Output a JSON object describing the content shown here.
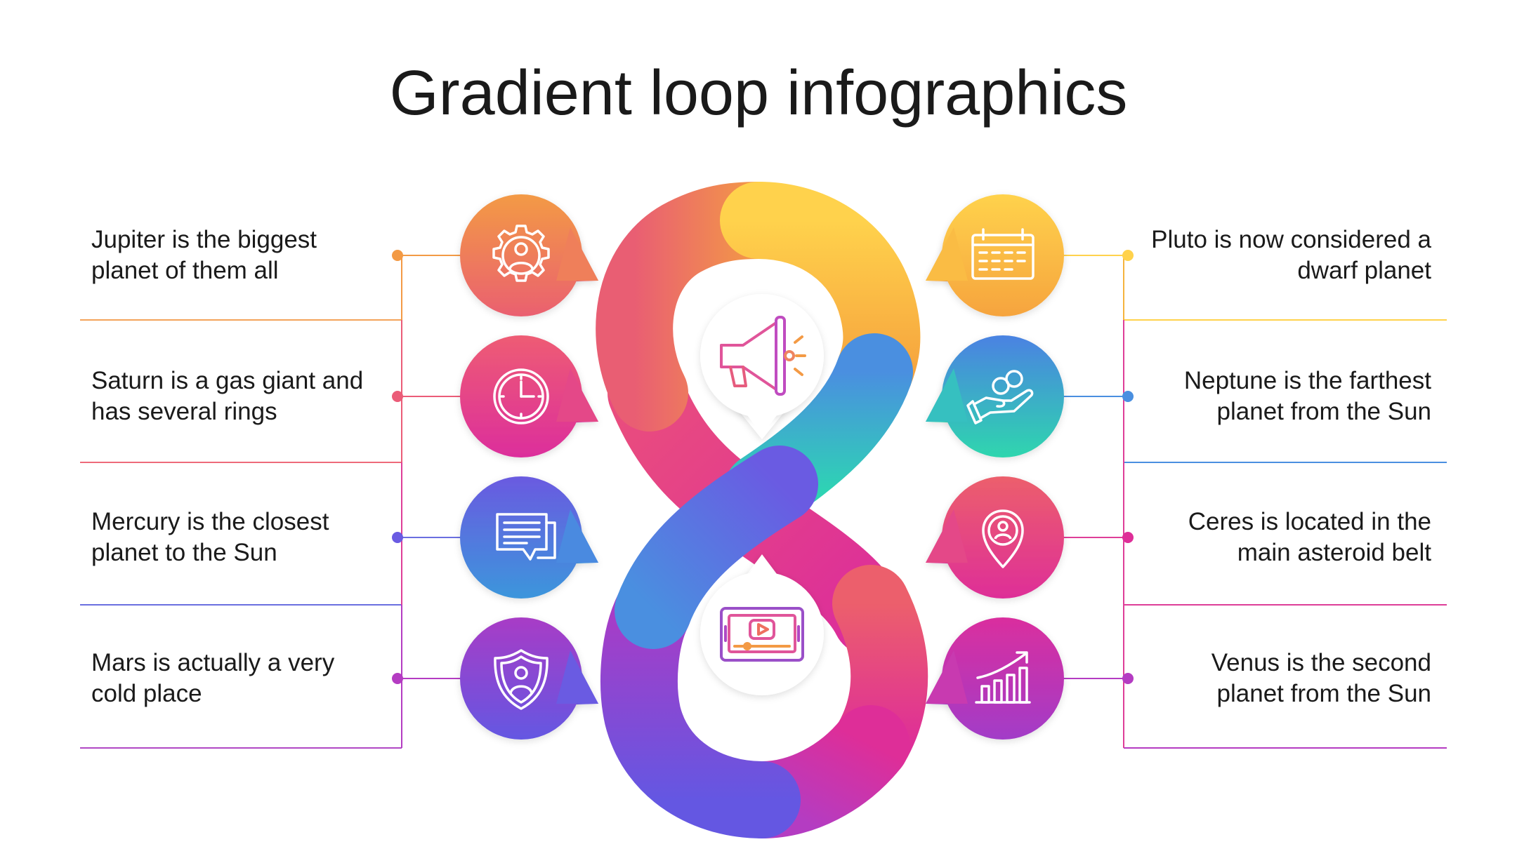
{
  "title": "Gradient loop infographics",
  "colors": {
    "orange": "#F2994A",
    "yellow": "#FFD24A",
    "coral": "#EB5C6E",
    "magenta": "#DE2E98",
    "blue": "#4A8FE0",
    "teal": "#2ED3B4",
    "indigo": "#6A5BE2",
    "purple": "#B43CC2"
  },
  "left_items": [
    {
      "line1": "Jupiter is the biggest",
      "line2": "planet of them all",
      "icon": "gear-person-icon"
    },
    {
      "line1": "Saturn is a gas giant and",
      "line2": "has several rings",
      "icon": "clock-icon"
    },
    {
      "line1": "Mercury is the closest",
      "line2": "planet to the Sun",
      "icon": "chat-bubbles-icon"
    },
    {
      "line1": "Mars is actually a very",
      "line2": "cold place",
      "icon": "shield-person-icon"
    }
  ],
  "right_items": [
    {
      "line1": "Pluto is now considered a",
      "line2": "dwarf planet",
      "icon": "calendar-icon"
    },
    {
      "line1": "Neptune is the farthest",
      "line2": "planet from the Sun",
      "icon": "hand-coins-icon"
    },
    {
      "line1": "Ceres is located in the",
      "line2": "main asteroid belt",
      "icon": "location-person-icon"
    },
    {
      "line1": "Venus is the second",
      "line2": "planet from the Sun",
      "icon": "growth-chart-icon"
    }
  ],
  "center_icons": [
    "megaphone-icon",
    "video-player-icon"
  ]
}
